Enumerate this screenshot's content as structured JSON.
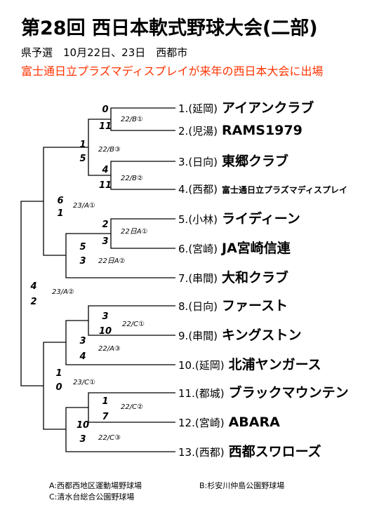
{
  "header": {
    "title": "第28回 西日本軟式野球大会(二部)",
    "subtitle": "県予選　10月22日、23日　西都市",
    "notice": "富士通日立プラズマディスプレイが来年の西日本大会に出場",
    "notice_color": "#ff3300"
  },
  "teams": [
    {
      "num": "1.",
      "region": "(延岡)",
      "name": "アイアンクラブ"
    },
    {
      "num": "2.",
      "region": "(児湯)",
      "name": "RAMS1979"
    },
    {
      "num": "3.",
      "region": "(日向)",
      "name": "東郷クラブ"
    },
    {
      "num": "4.",
      "region": "(西都)",
      "name": "富士通日立プラズマディスプレイ"
    },
    {
      "num": "5.",
      "region": "(小林)",
      "name": "ライディーン"
    },
    {
      "num": "6.",
      "region": "(宮崎)",
      "name": "JA宮崎信連"
    },
    {
      "num": "7.",
      "region": "(串間)",
      "name": "大和クラブ"
    },
    {
      "num": "8.",
      "region": "(日向)",
      "name": "ファースト"
    },
    {
      "num": "9.",
      "region": "(串間)",
      "name": "キングストン"
    },
    {
      "num": "10.",
      "region": "(延岡)",
      "name": "北浦ヤンガース"
    },
    {
      "num": "11.",
      "region": "(都城)",
      "name": "ブラックマウンテン"
    },
    {
      "num": "12.",
      "region": "(宮崎)",
      "name": "ABARA"
    },
    {
      "num": "13.",
      "region": "(西都)",
      "name": "西都スワローズ"
    }
  ],
  "games": [
    {
      "label": "22/B①",
      "score_top": "0",
      "score_bottom": "11"
    },
    {
      "label": "22/B③",
      "score_top": "1",
      "score_bottom": "5"
    },
    {
      "label": "22/B②",
      "score_top": "4",
      "score_bottom": "11"
    },
    {
      "label": "23/A①",
      "score_top": "6",
      "score_bottom": "1"
    },
    {
      "label": "22日A①",
      "score_top": "2",
      "score_bottom": "3"
    },
    {
      "label": "22日A②",
      "score_top": "5",
      "score_bottom": "3"
    },
    {
      "label": "23/A②",
      "score_top": "4",
      "score_bottom": "2"
    },
    {
      "label": "22/C①",
      "score_top": "3",
      "score_bottom": "10"
    },
    {
      "label": "22/A③",
      "score_top": "3",
      "score_bottom": "4"
    },
    {
      "label": "23/C①",
      "score_top": "1",
      "score_bottom": "0"
    },
    {
      "label": "22/C②",
      "score_top": "1",
      "score_bottom": "7"
    },
    {
      "label": "22/C③",
      "score_top": "10",
      "score_bottom": "3"
    }
  ],
  "venues": {
    "a": "A:西都西地区運動場野球場",
    "b": "B:杉安川仲島公園野球場",
    "c": "C:清水台総合公園野球場"
  }
}
